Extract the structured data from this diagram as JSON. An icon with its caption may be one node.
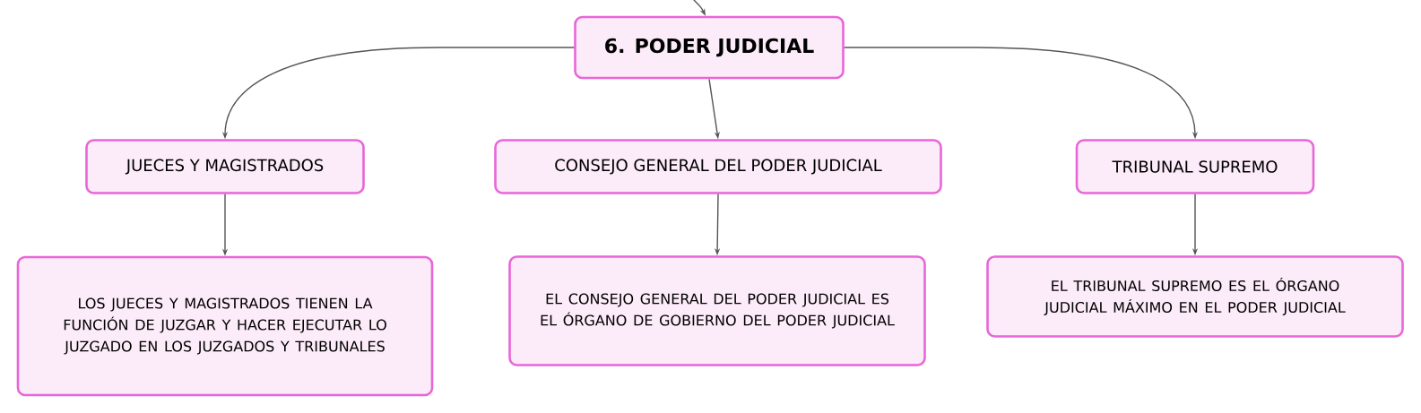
{
  "diagram": {
    "nodes": [
      {
        "text": [
          "6. PODER JUDICIAL"
        ]
      },
      {
        "text": [
          "JUECES Y MAGISTRADOS"
        ]
      },
      {
        "text": [
          "CONSEJO GENERAL DEL PODER JUDICIAL"
        ]
      },
      {
        "text": [
          "TRIBUNAL SUPREMO"
        ]
      },
      {
        "text": [
          "LOS JUECES Y MAGISTRADOS TIENEN LA FUNCIÓN DE JUZGAR Y HACER EJECUTAR LO JUZGADO EN LOS JUZGADOS Y TRIBUNALES"
        ]
      },
      {
        "text": [
          "EL CONSEJO GENERAL DEL PODER JUDICIAL ES EL ÓRGANO DE GOBIERNO DEL PODER JUDICIAL"
        ]
      },
      {
        "text": [
          "EL TRIBUNAL SUPREMO ES EL ÓRGANO JUDICIAL MÁXIMO EN EL PODER JUDICIAL"
        ]
      }
    ],
    "edges": [
      {
        "from": null,
        "to": 0,
        "arrow": "to"
      },
      {
        "from": 0,
        "to": 1,
        "arrow": "to"
      },
      {
        "from": 0,
        "to": 2,
        "arrow": "to"
      },
      {
        "from": 0,
        "to": 3,
        "arrow": "to"
      },
      {
        "from": 1,
        "to": 4,
        "arrow": "to"
      },
      {
        "from": 2,
        "to": 5,
        "arrow": "to"
      },
      {
        "from": 3,
        "to": 6,
        "arrow": "to"
      }
    ]
  }
}
